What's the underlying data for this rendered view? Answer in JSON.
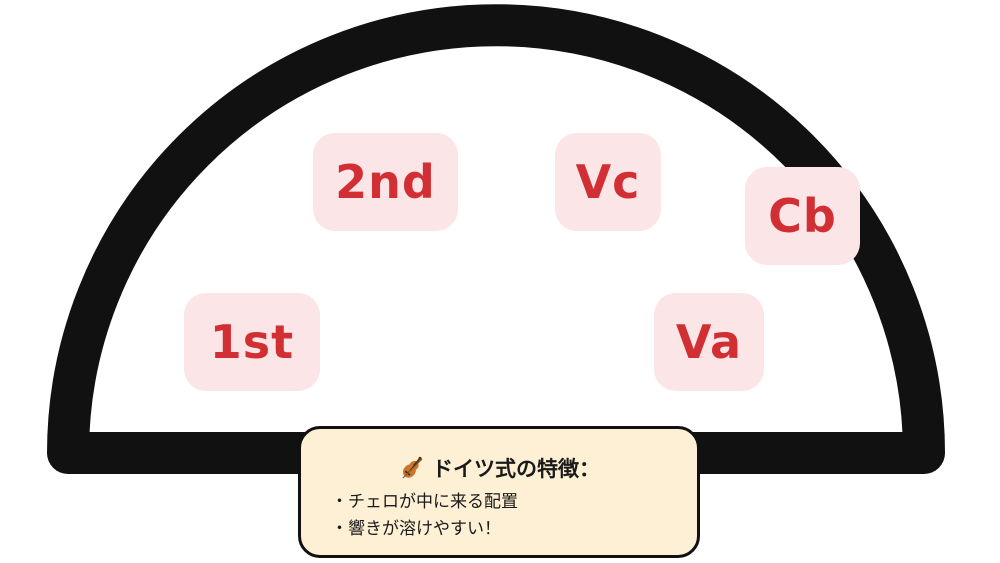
{
  "sections": {
    "second_violin": "2nd",
    "cello": "Vc",
    "contrabass": "Cb",
    "first_violin": "1st",
    "viola": "Va"
  },
  "note": {
    "icon": "violin-icon",
    "title": "ドイツ式の特徴：",
    "lines": [
      "・チェロが中に来る配置",
      "・響きが溶けやすい！"
    ]
  },
  "colors": {
    "section_bg": "#fbe5e6",
    "section_text": "#d12f34",
    "outline": "#111111",
    "note_bg": "#fdf0d4"
  }
}
